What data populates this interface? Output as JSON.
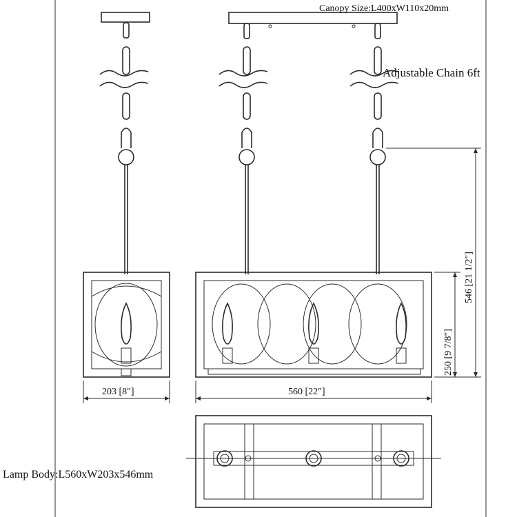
{
  "labels": {
    "canopy_size": "Canopy Size:L400xW110x20mm",
    "chain": "Adjustable Chain 6ft",
    "lamp_body": "Lamp Body:L560xW203x546mm",
    "dim_width_side": "203 [8\"]",
    "dim_length_front": "560 [22\"]",
    "dim_body_height": "250 [9 7/8\"]",
    "dim_total_height": "546 [21 1/2\"]"
  },
  "colors": {
    "line": "#2b2b2b",
    "text": "#111111",
    "background": "#ffffff"
  }
}
